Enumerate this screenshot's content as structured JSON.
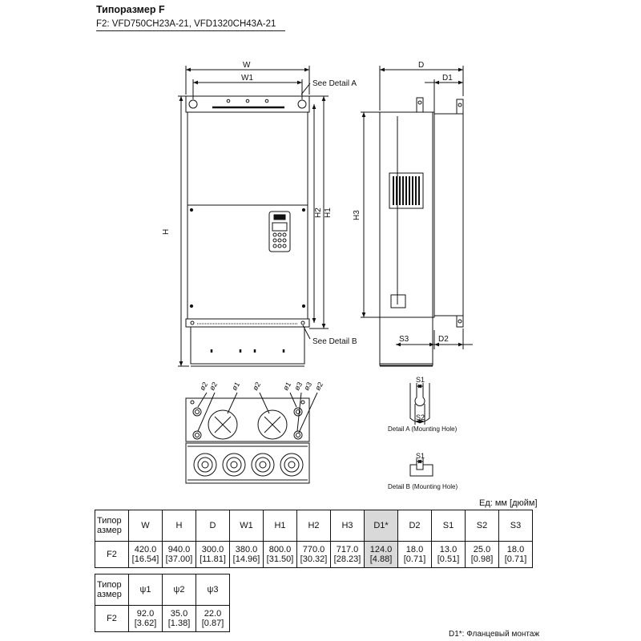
{
  "title": "Типоразмер F",
  "subtitle": "F2: VFD750CH23A-21, VFD1320CH43A-21",
  "drawing": {
    "front": {
      "w": "W",
      "w1": "W1",
      "h": "H",
      "h1": "H1",
      "h2": "H2",
      "detail_a": "See Detail A",
      "detail_b": "See Detail B"
    },
    "side": {
      "d": "D",
      "d1": "D1",
      "h3": "H3",
      "s3": "S3",
      "d2": "D2"
    },
    "bottom": {
      "phi1": "ø1",
      "phi2": "ø2",
      "phi3": "ø3"
    },
    "detail_a": {
      "s1": "S1",
      "s2": "S2",
      "caption": "Detail A (Mounting Hole)"
    },
    "detail_b": {
      "s1": "S1",
      "caption": "Detail B (Mounting Hole)"
    }
  },
  "units_label": "Ед: мм [дюйм]",
  "table1": {
    "header_l1": "Типор",
    "header_l2": "азмер",
    "columns": [
      "W",
      "H",
      "D",
      "W1",
      "H1",
      "H2",
      "H3",
      "D1*",
      "D2",
      "S1",
      "S2",
      "S3"
    ],
    "row_label": "F2",
    "values": [
      "420.0",
      "940.0",
      "300.0",
      "380.0",
      "800.0",
      "770.0",
      "717.0",
      "124.0",
      "18.0",
      "13.0",
      "25.0",
      "18.0"
    ],
    "inches": [
      "[16.54]",
      "[37.00]",
      "[11.81]",
      "[14.96]",
      "[31.50]",
      "[30.32]",
      "[28.23]",
      "[4.88]",
      "[0.71]",
      "[0.51]",
      "[0.98]",
      "[0.71]"
    ]
  },
  "table2": {
    "header_l1": "Типор",
    "header_l2": "азмер",
    "columns": [
      "ψ1",
      "ψ2",
      "ψ3"
    ],
    "row_label": "F2",
    "values": [
      "92.0",
      "35.0",
      "22.0"
    ],
    "inches": [
      "[3.62]",
      "[1.38]",
      "[0.87]"
    ]
  },
  "footnote": "D1*: Фланцевый монтаж"
}
